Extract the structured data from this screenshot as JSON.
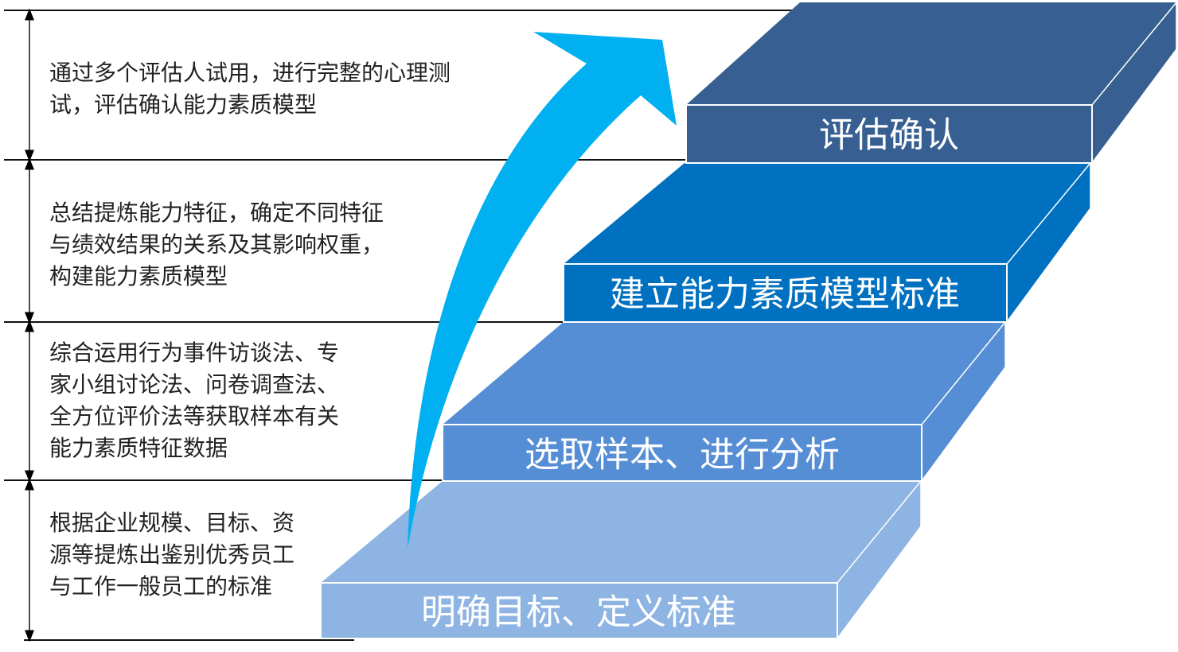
{
  "steps": [
    {
      "label": "明确目标、定义标准",
      "color": "#8eb4e3",
      "description": [
        "根据企业规模、目标、资",
        "源等提炼出鉴别优秀员工",
        "与工作一般员工的标准"
      ]
    },
    {
      "label": "选取样本、进行分析",
      "color": "#558ed5",
      "description": [
        "综合运用行为事件访谈法、专",
        "家小组讨论法、问卷调查法、",
        "全方位评价法等获取样本有关",
        "能力素质特征数据"
      ]
    },
    {
      "label": "建立能力素质模型标准",
      "color": "#0070c0",
      "description": [
        "总结提炼能力特征，确定不同特征",
        "与绩效结果的关系及其影响权重，",
        "构建能力素质模型"
      ]
    },
    {
      "label": "评估确认",
      "color": "#375f91",
      "description": [
        "通过多个评估人试用，进行完整的心理测",
        "试，评估确认能力素质模型"
      ]
    }
  ],
  "arrow_color": "#00b0f0"
}
